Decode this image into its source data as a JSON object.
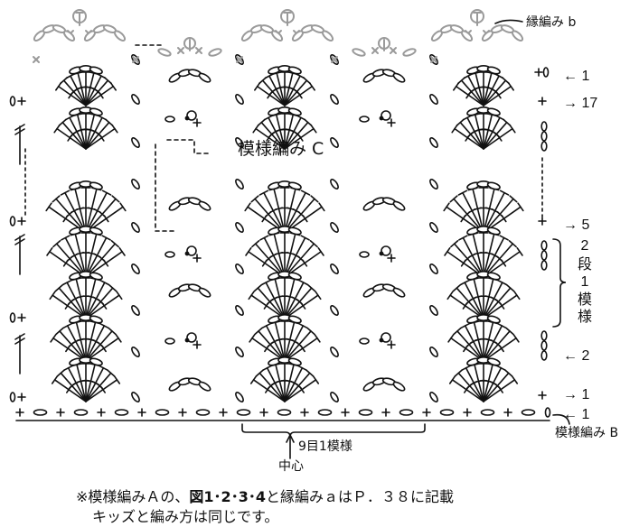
{
  "labels": {
    "edge_b": "縁編み b",
    "pattern_c": "模様編み C",
    "pattern_b": "模様編み B",
    "repeat": "9目1模様",
    "center": "中心",
    "repeat_rows_top": "2",
    "repeat_rows_chars": [
      "段",
      "1",
      "模",
      "様"
    ]
  },
  "row_numbers": {
    "edge_row": "1",
    "r17": "17",
    "r5": "5",
    "r2": "2",
    "r1": "1",
    "base_row": "1"
  },
  "arrows": {
    "left": "←",
    "right": "→"
  },
  "note": {
    "line1_prefix": "※模様編みＡの、",
    "line1_bold": "図1･2･3･4",
    "line1_suffix": "と縁編みａはＰ．３８に記載",
    "line2": "キッズと編み方は同じです。"
  },
  "colors": {
    "ink": "#111111",
    "edge_gray": "#9a9a9a"
  }
}
